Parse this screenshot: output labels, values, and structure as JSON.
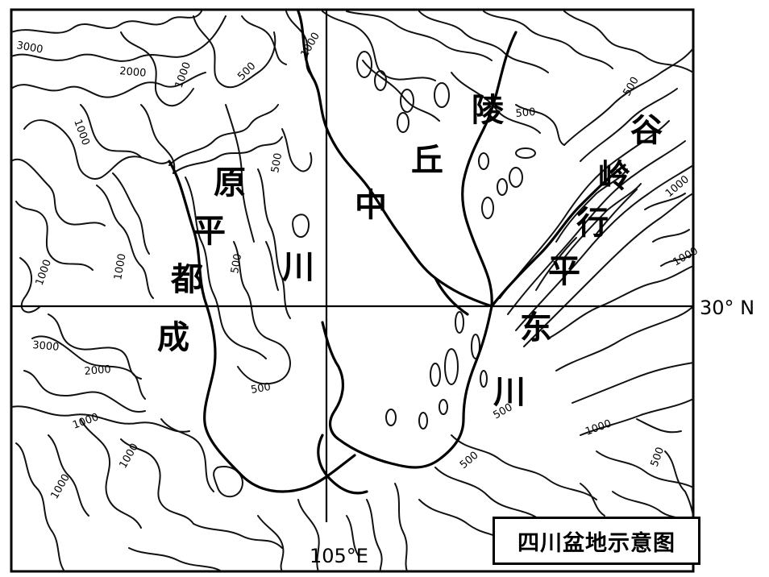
{
  "map": {
    "title": "四川盆地示意图",
    "longitude_label": "105°E",
    "latitude_label": "30° N",
    "regions": [
      {
        "name": "chengdu-plain",
        "chars": [
          "成",
          "都",
          "平",
          "原"
        ]
      },
      {
        "name": "central-hills",
        "chars": [
          "川",
          "中",
          "丘",
          "陵"
        ]
      },
      {
        "name": "eastern-ridges",
        "chars": [
          "川",
          "东",
          "平",
          "行",
          "岭",
          "谷"
        ]
      }
    ],
    "contour_labels": [
      "3000",
      "2000",
      "1000",
      "1000",
      "500",
      "500",
      "500",
      "500",
      "1000",
      "1000",
      "3000",
      "2000",
      "1000",
      "1000",
      "1000",
      "500",
      "500",
      "1000",
      "1000",
      "500",
      "500",
      "1000",
      "500",
      "1000"
    ]
  }
}
